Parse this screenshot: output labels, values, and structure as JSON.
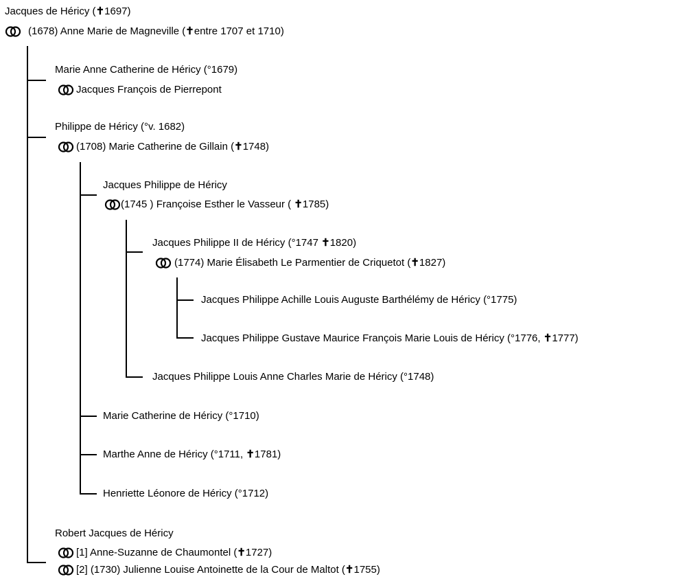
{
  "tree": {
    "root": {
      "name": "Jacques de Héricy (",
      "name_tail": "1697)",
      "spouse": "(1678) Anne Marie de Magneville (",
      "spouse_tail": "entre 1707 et 1710)"
    },
    "c1": {
      "name": "Marie Anne Catherine de Héricy (°1679)",
      "spouse": "Jacques François de Pierrepont"
    },
    "c2": {
      "name": "Philippe de Héricy (°v. 1682)",
      "spouse": "(1708) Marie Catherine de Gillain (",
      "spouse_tail": "1748)"
    },
    "g1": {
      "name": "Jacques Philippe de Héricy",
      "spouse": "(1745 ) Françoise Esther le Vasseur ( ",
      "spouse_tail": "1785)"
    },
    "gg1": {
      "name": "Jacques Philippe II de Héricy (°1747 ",
      "name_tail": "1820)",
      "spouse": "(1774) Marie Élisabeth Le Parmentier de Criquetot (",
      "spouse_tail": "1827)"
    },
    "ggg1": {
      "name": "Jacques Philippe Achille Louis Auguste Barthélémy de Héricy (°1775)"
    },
    "ggg2": {
      "name": "Jacques Philippe Gustave Maurice François Marie Louis de Héricy  (°1776, ",
      "name_tail": "1777)"
    },
    "gg2": {
      "name": "Jacques Philippe Louis Anne Charles Marie de Héricy (°1748)"
    },
    "g2": {
      "name": "Marie Catherine de Héricy (°1710)"
    },
    "g3": {
      "name": "Marthe Anne de Héricy (°1711, ",
      "name_tail": "1781)"
    },
    "g4": {
      "name": "Henriette Léonore de Héricy (°1712)"
    },
    "c3": {
      "name": "Robert Jacques de Héricy",
      "spouse1": "[1] Anne-Suzanne de Chaumontel (",
      "spouse1_tail": "1727)",
      "spouse2": "[2] (1730) Julienne Louise Antoinette de la Cour de Maltot (",
      "spouse2_tail": "1755)"
    },
    "symbols": {
      "death": "✝",
      "marriage_icon": "marriage-rings-icon"
    }
  }
}
